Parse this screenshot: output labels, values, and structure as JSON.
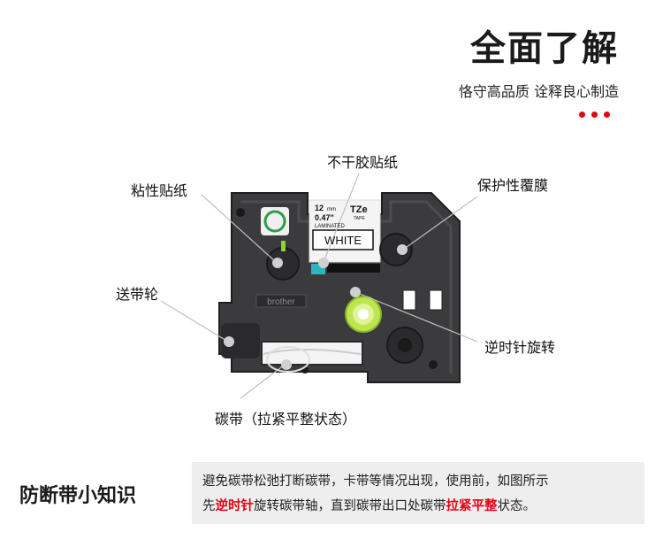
{
  "header": {
    "title": "全面了解",
    "subtitle": "恪守高品质 诠释良心制造",
    "dot_color": "#e60012"
  },
  "figure": {
    "tape_label": {
      "size_mm": "12",
      "size_mm_unit": "mm",
      "size_inch": "0.47\"",
      "type": "LAMINATED",
      "brand_mark": "TZe",
      "tape_word": "TAPE",
      "color_text": "WHITE"
    },
    "brand": "brother",
    "callouts": {
      "non_adhesive_sticker": "不干胶贴纸",
      "adhesive_sticker": "粘性贴纸",
      "protective_film": "保护性覆膜",
      "feed_wheel": "送带轮",
      "counterclockwise": "逆时针旋转",
      "ribbon": "碳带（拉紧平整状态）"
    }
  },
  "tip": {
    "title": "防断带小知识",
    "line1": "避免碳带松弛打断碳带，卡带等情况出现，使用前，如图所示",
    "line2_a": "先",
    "line2_hl1": "逆时针",
    "line2_b": "旋转碳带轴，直到碳带出口处碳带",
    "line2_hl2": "拉紧平整",
    "line2_c": "状态。",
    "highlight_color": "#e60012",
    "box_color": "#eeeeee"
  }
}
